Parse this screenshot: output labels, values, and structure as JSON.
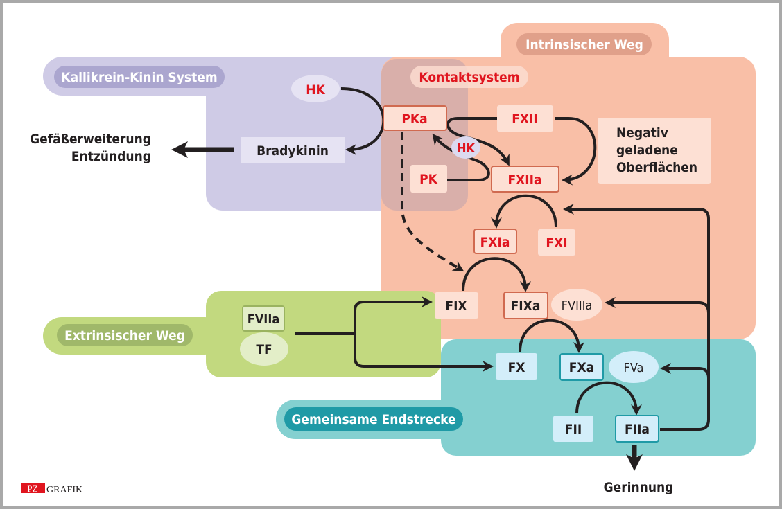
{
  "regions": {
    "kallikrein": {
      "label": "Kallikrein-Kinin System",
      "color": "#cfcbe6"
    },
    "intrinsic": {
      "label": "Intrinsischer Weg",
      "color": "#f9bfa7"
    },
    "contact": {
      "label": "Kontaktsystem"
    },
    "extrinsic": {
      "label": "Extrinsischer Weg",
      "color": "#c2d97f"
    },
    "common": {
      "label": "Gemeinsame Endstrecke",
      "color": "#84d0d0"
    }
  },
  "nodes": {
    "hk_top": "HK",
    "bradykinin": "Bradykinin",
    "pka": "PKa",
    "fxii": "FXII",
    "hk_small": "HK",
    "pk": "PK",
    "fxiia": "FXIIa",
    "negative_surfaces": [
      "Negativ",
      "geladene",
      "Oberflächen"
    ],
    "fxia": "FXIa",
    "fxi": "FXI",
    "fix": "FIX",
    "fixa": "FIXa",
    "fviiia": "FVIIIa",
    "fviia": "FVIIa",
    "tf": "TF",
    "fx": "FX",
    "fxa": "FXa",
    "fva": "FVa",
    "fii": "FII",
    "fiia": "FIIa"
  },
  "outcomes": {
    "vascular": [
      "Gefäßerweiterung",
      "Entzündung"
    ],
    "coagulation": "Gerinnung"
  },
  "logo": {
    "pz": "PZ",
    "grafik": "GRAFIK"
  }
}
